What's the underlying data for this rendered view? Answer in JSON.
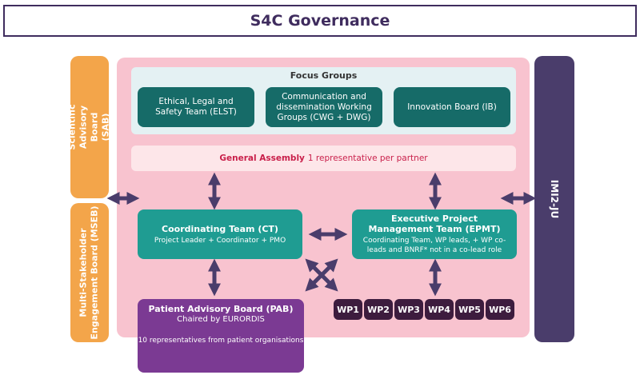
{
  "title": "S4C Governance",
  "side_boards": {
    "sab": "Scientific Advisory Board (SAB)",
    "mseb_line1": "Multi-Stakeholder",
    "mseb_line2": "Engagement Board (MSEB)",
    "imi": "IMI2-JU"
  },
  "focus_groups": {
    "title": "Focus Groups",
    "elst": "Ethical, Legal and Safety Team (ELST)",
    "cwg": "Communication and dissemination Working Groups (CWG + DWG)",
    "ib": "Innovation Board (IB)"
  },
  "general_assembly": {
    "name": "General Assembly",
    "desc": "1 representative per partner"
  },
  "coordinating_team": {
    "title": "Coordinating Team (CT)",
    "desc": "Project Leader + Coordinator + PMO"
  },
  "epmt": {
    "title": "Executive Project Management Team (EPMT)",
    "desc": "Coordinating Team, WP leads, + WP co-leads and BNRF* not in a co-lead role"
  },
  "pab": {
    "title": "Patient Advisory Board (PAB)",
    "subtitle": "Chaired by EURORDIS",
    "desc": "10 representatives from patient organisations"
  },
  "work_packages": [
    "WP1",
    "WP2",
    "WP3",
    "WP4",
    "WP5",
    "WP6"
  ],
  "colors": {
    "arrow": "#4a3d6b",
    "orange": "#f3a54a",
    "purple_dark": "#4a3d6b",
    "teal_dark": "#166b68",
    "teal": "#1f9c92",
    "pab": "#7b3a93",
    "wp": "#3d1c3e",
    "pink": "#f8c3cf",
    "ga_text": "#c91f4a"
  }
}
